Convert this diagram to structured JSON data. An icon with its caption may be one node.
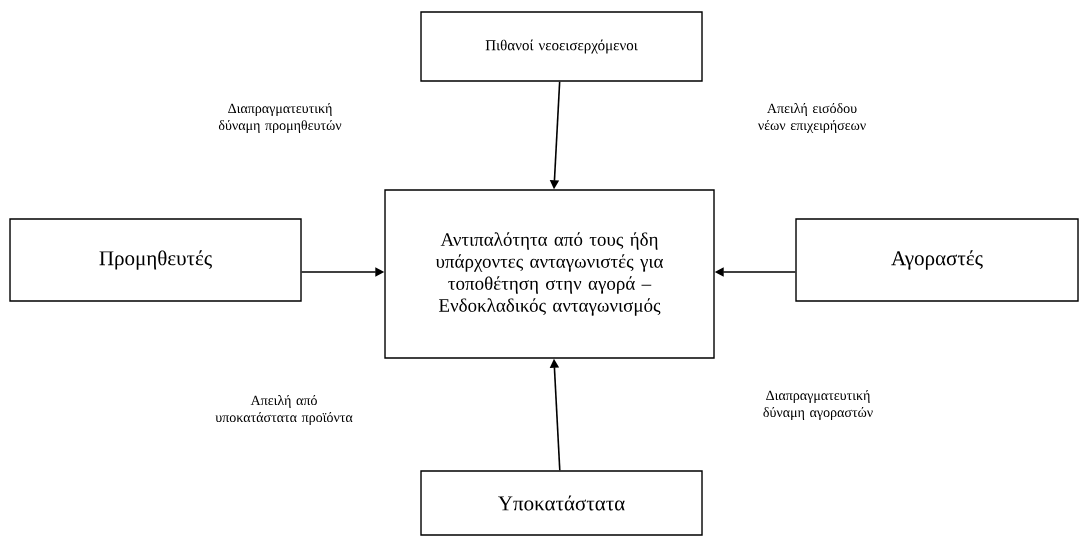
{
  "diagram": {
    "nodes": [
      {
        "text": [
          "Πιθανοί νεοεισερχόμενοι"
        ]
      },
      {
        "text": [
          "Αντιπαλότητα από τους ήδη υπάρχοντες ανταγωνιστές για τοποθέτηση στην αγορά – Ενδοκλαδικός ανταγωνισμός"
        ]
      },
      {
        "text": [
          "Προμηθευτές"
        ]
      },
      {
        "text": [
          "Αγοραστές"
        ]
      },
      {
        "text": [
          "Υποκατάστατα"
        ]
      }
    ],
    "edges": [
      {
        "from": 0,
        "to": 1,
        "arrow": "to"
      },
      {
        "from": 2,
        "to": 1,
        "arrow": "to"
      },
      {
        "from": 3,
        "to": 1,
        "arrow": "to"
      },
      {
        "from": 4,
        "to": 1,
        "arrow": "to"
      }
    ],
    "labels": [
      "Διαπραγματευτική δύναμη προμηθευτών",
      "Απειλή εισόδου νέων επιχειρήσεων",
      "Απειλή από υποκατάστατα προϊόντα",
      "Διαπραγματευτική δύναμη αγοραστών"
    ]
  }
}
